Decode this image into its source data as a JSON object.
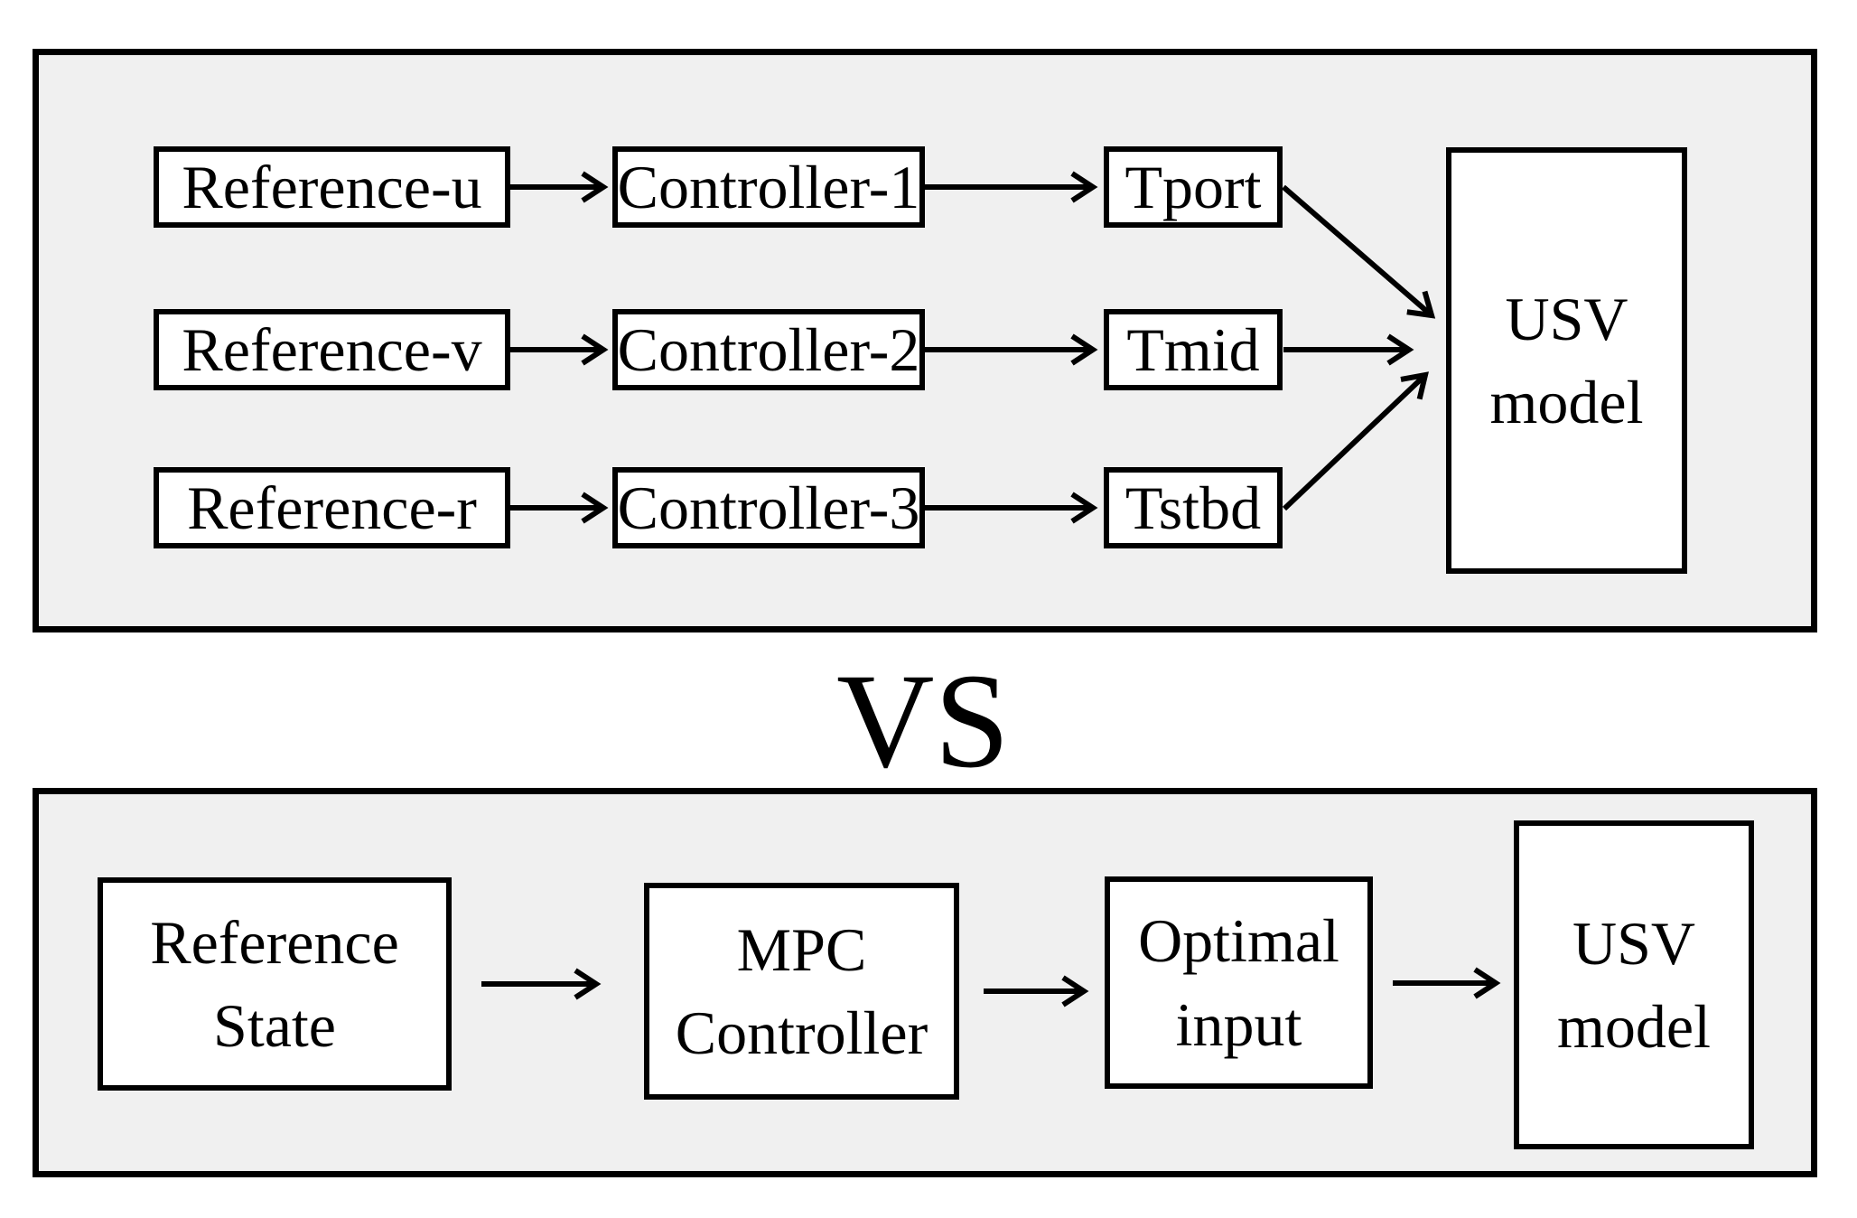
{
  "figure": {
    "vs_label": "VS",
    "colors": {
      "panel_bg": "#f0f0f0",
      "box_bg": "#ffffff",
      "line_color": "#000000",
      "canvas_bg": "#ffffff"
    },
    "pid_panel": {
      "rows": [
        {
          "reference": "Reference-u",
          "controller": "Controller-1",
          "thrust": "Tport"
        },
        {
          "reference": "Reference-v",
          "controller": "Controller-2",
          "thrust": "Tmid"
        },
        {
          "reference": "Reference-r",
          "controller": "Controller-3",
          "thrust": "Tstbd"
        }
      ],
      "model": {
        "line1": "USV",
        "line2": "model"
      }
    },
    "mpc_panel": {
      "reference_block": {
        "line1": "Reference",
        "line2": "State"
      },
      "controller_block": {
        "line1": "MPC",
        "line2": "Controller"
      },
      "input_block": {
        "line1": "Optimal",
        "line2": "input"
      },
      "model": {
        "line1": "USV",
        "line2": "model"
      }
    }
  }
}
